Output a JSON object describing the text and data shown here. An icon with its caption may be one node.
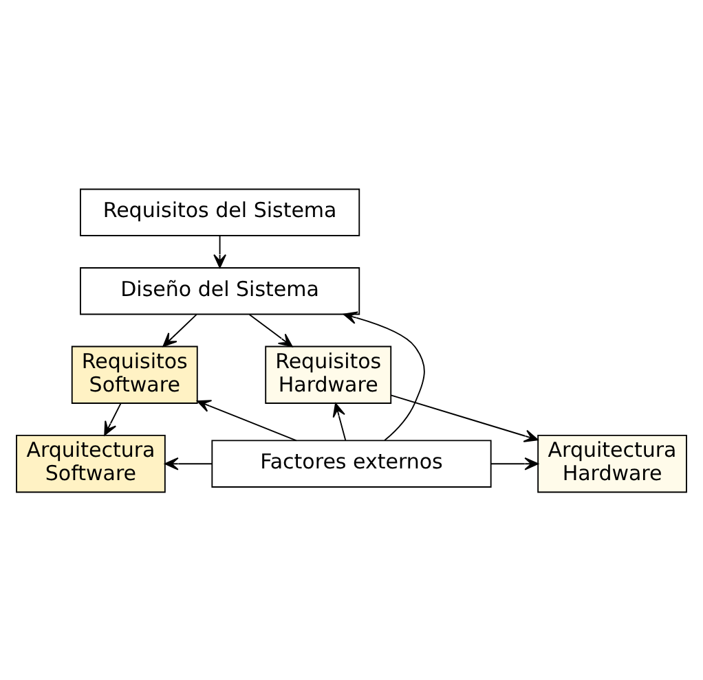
{
  "diagram": {
    "nodes": [
      {
        "text": [
          "Requisitos del Sistema"
        ]
      },
      {
        "text": [
          "Diseño del Sistema"
        ]
      },
      {
        "text": [
          "Requisitos Software"
        ]
      },
      {
        "text": [
          "Requisitos Hardware"
        ]
      },
      {
        "text": [
          "Arquitectura Software"
        ]
      },
      {
        "text": [
          "Arquitectura Hardware"
        ]
      },
      {
        "text": [
          "Factores externos"
        ]
      }
    ],
    "edges": [
      {
        "from": 0,
        "to": 1,
        "arrow": "to"
      },
      {
        "from": 1,
        "to": 2,
        "arrow": "to"
      },
      {
        "from": 1,
        "to": 3,
        "arrow": "to"
      },
      {
        "from": 2,
        "to": 4,
        "arrow": "to"
      },
      {
        "from": 3,
        "to": 5,
        "arrow": "to"
      },
      {
        "from": 6,
        "to": 1,
        "arrow": "to"
      },
      {
        "from": 6,
        "to": 2,
        "arrow": "to"
      },
      {
        "from": 6,
        "to": 4,
        "arrow": "to"
      },
      {
        "from": 6,
        "to": 3,
        "arrow": "to"
      },
      {
        "from": 6,
        "to": 5,
        "arrow": "to"
      }
    ]
  }
}
